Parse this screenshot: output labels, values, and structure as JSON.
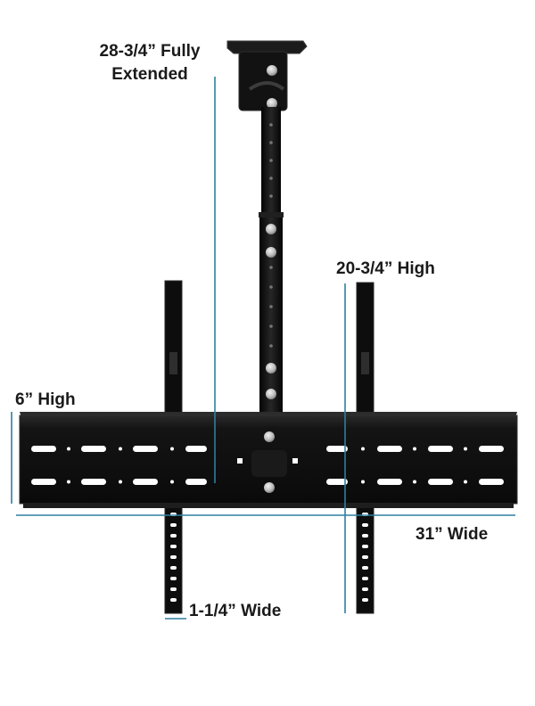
{
  "labels": {
    "fully_extended": "28-3/4” Fully Extended",
    "high_20": "20-3/4” High",
    "high_6": "6” High",
    "wide_31": "31” Wide",
    "wide_1": "1-1/4” Wide"
  },
  "colors": {
    "metal": "#111111",
    "metal_highlight": "#2c2c2c",
    "dimension_line": "#2f7fa0",
    "slot": "#ffffff",
    "bolt": "#cfcfcf"
  }
}
